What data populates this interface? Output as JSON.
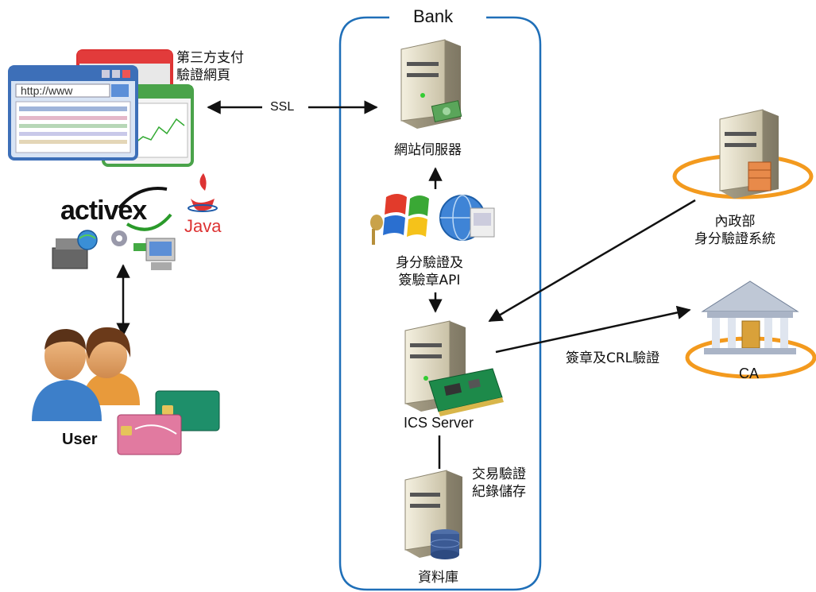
{
  "diagram": {
    "bank_label": "Bank",
    "third_party_label": "第三方支付\n驗證網頁",
    "browser_url": "http://www",
    "ssl_label": "SSL",
    "activex_label": "activex",
    "java_label": "Java",
    "user_label": "User",
    "web_server_label": "網站伺服器",
    "api_label": "身分驗證及\n簽驗章API",
    "ics_server_label": "ICS Server",
    "storage_label": "交易驗證\n紀錄儲存",
    "database_label": "資料庫",
    "moi_label": "內政部\n身分驗證系統",
    "ca_label": "CA",
    "sign_crl_label": "簽章及CRL驗證"
  }
}
